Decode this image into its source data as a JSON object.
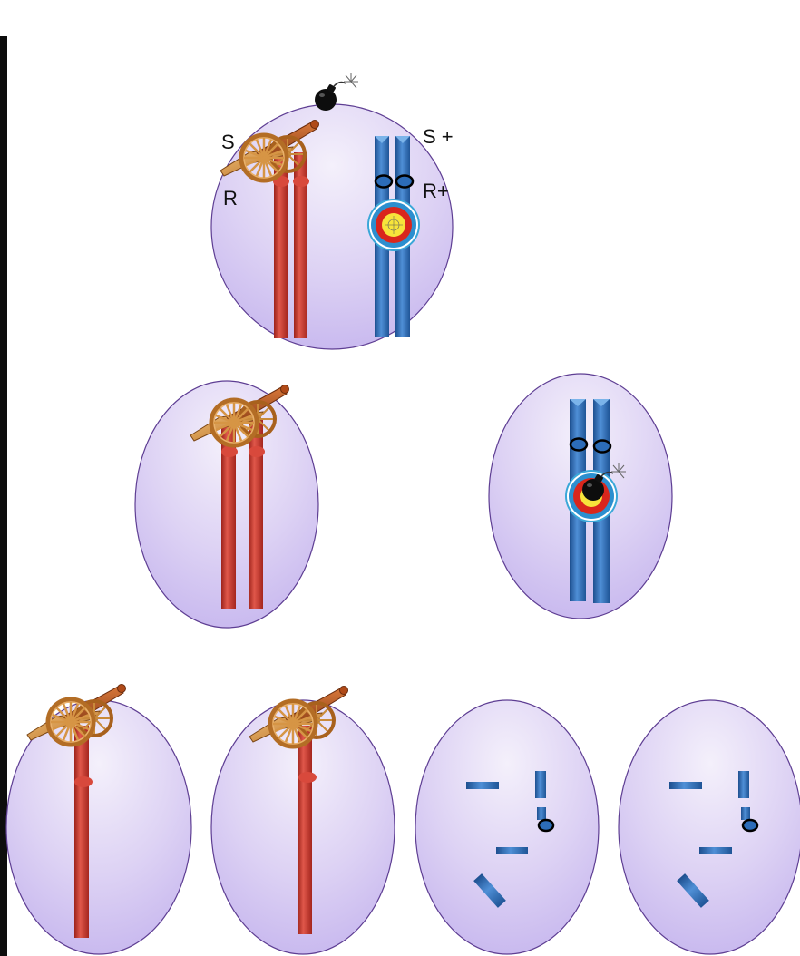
{
  "labels": {
    "s": "S",
    "r": "R",
    "s_plus": "S +",
    "r_plus": "R+"
  },
  "colors": {
    "cell_fill_light": "#efeaf9",
    "cell_fill_dark": "#cbbdf0",
    "cell_stroke": "#5e3e93",
    "red_chromatid": "#c8382c",
    "blue_chromatid": "#2c6cb8",
    "target_red": "#d9261c",
    "target_yellow": "#f7e43b",
    "target_blue": "#3aa7d8"
  },
  "icons": [
    "cannon-icon",
    "bomb-icon",
    "target-icon",
    "ring-icon"
  ]
}
